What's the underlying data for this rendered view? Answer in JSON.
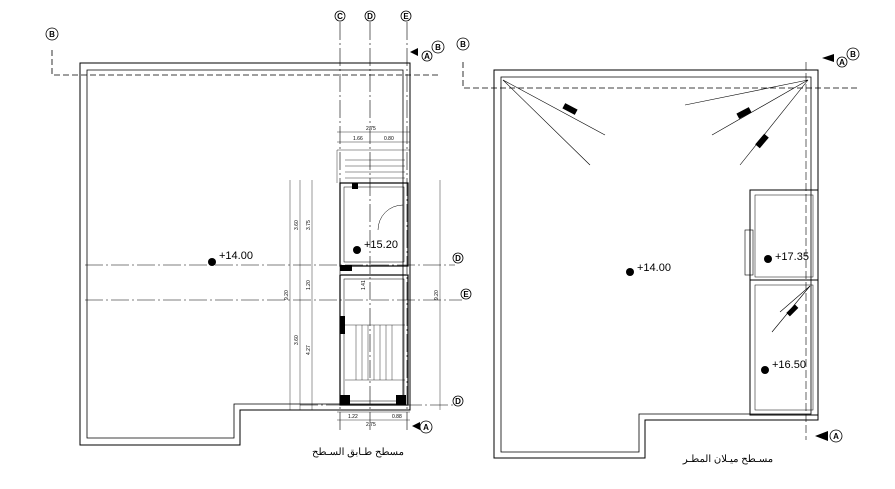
{
  "left_plan": {
    "caption": "مسطح طـابق السـطح",
    "levels": [
      "+14.00",
      "+15.20"
    ],
    "stair_dims": {
      "top_overall": "2.75",
      "top_parts": [
        "1.66",
        "0.80"
      ],
      "bottom_overall": "2.75",
      "bottom_parts": [
        "1.22",
        "0.88"
      ],
      "side_outer": [
        "9.20",
        "9.20"
      ],
      "side_inner": [
        "3.60",
        "3.75",
        "1.20",
        "3.60",
        "4.27"
      ],
      "mid": "1.41"
    }
  },
  "right_plan": {
    "caption": "مسـطح ميـلان المطـر",
    "levels": [
      "+14.00",
      "+17.35",
      "+16.50"
    ]
  },
  "grid_labels": {
    "top": [
      "C",
      "D",
      "E"
    ],
    "right": [
      "D",
      "E",
      "D"
    ],
    "section": [
      "B",
      "A"
    ]
  },
  "colors": {
    "line": "#000000",
    "background": "#ffffff"
  }
}
